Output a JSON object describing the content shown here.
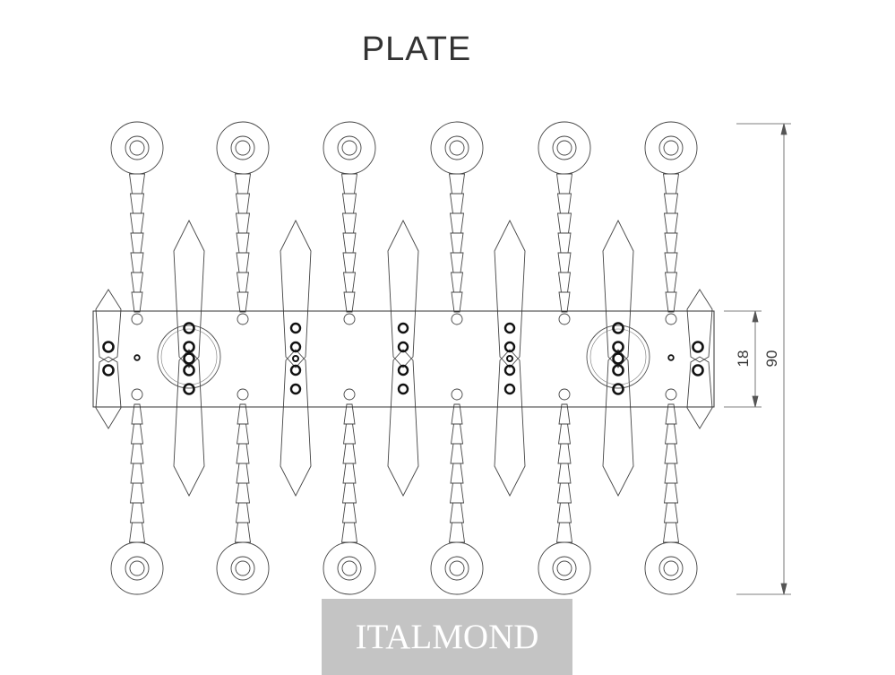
{
  "title": "PLATE",
  "dimensions": {
    "height_label": "18",
    "total_label": "90"
  },
  "watermark": "ITALMOND",
  "colors": {
    "line": "#444444",
    "hole": "#111111",
    "watermark_bg": "#c4c4c4"
  }
}
